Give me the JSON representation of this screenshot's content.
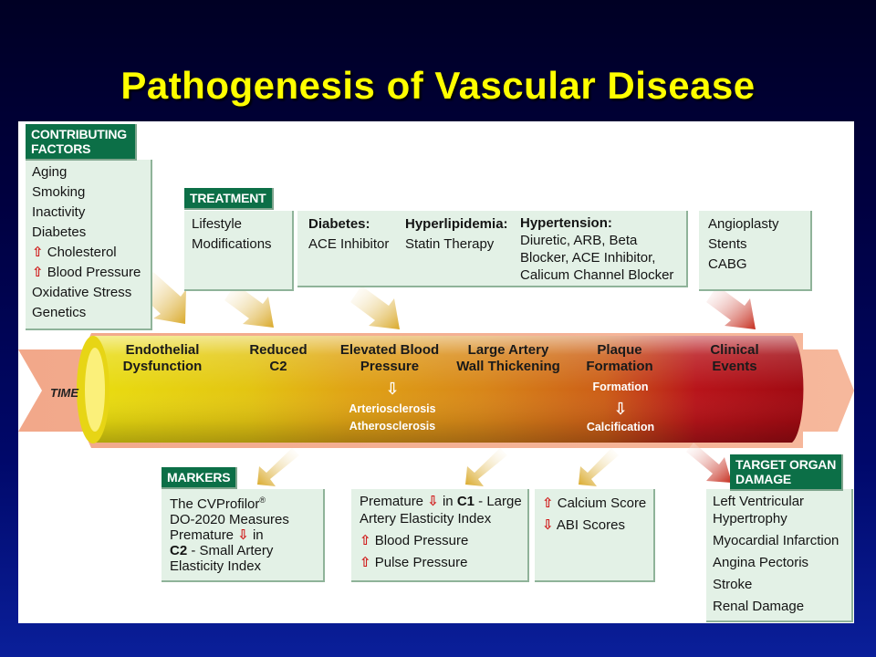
{
  "title": "Pathogenesis  of  Vascular Disease",
  "contributing": {
    "header": [
      "CONTRIBUTING",
      "FACTORS"
    ],
    "items": [
      "Aging",
      "Smoking",
      "Inactivity",
      "Diabetes",
      "Cholesterol",
      "Blood Pressure",
      "Oxidative Stress",
      "Genetics"
    ]
  },
  "treatment": {
    "header": "TREATMENT",
    "lifestyle": [
      "Lifestyle",
      "Modifications"
    ],
    "diabetes_head": "Diabetes:",
    "diabetes_body": "ACE Inhibitor",
    "hyperlipidemia_head": "Hyperlipidemia:",
    "hyperlipidemia_body": "Statin Therapy",
    "hypertension_head": "Hypertension:",
    "hypertension_body": [
      "Diuretic, ARB, Beta",
      "Blocker, ACE Inhibitor,",
      "Calicum Channel Blocker"
    ],
    "procedures": [
      "Angioplasty",
      "Stents",
      "CABG"
    ]
  },
  "time_label": "TIME",
  "stages": [
    [
      "Endothelial",
      "Dysfunction"
    ],
    [
      "Reduced",
      "C2"
    ],
    [
      "Elevated Blood",
      "Pressure"
    ],
    [
      "Large Artery",
      "Wall Thickening"
    ],
    [
      "Plaque",
      "Formation"
    ],
    [
      "Clinical",
      "Events"
    ]
  ],
  "stage_sub": {
    "bp": [
      "Arteriosclerosis",
      "Atherosclerosis"
    ],
    "plaque_top": "Formation",
    "plaque_bottom": "Calcification",
    "arrow": "⇩"
  },
  "markers": {
    "header": "MARKERS",
    "box1": [
      "The CVProfilor",
      "DO-2020 Measures",
      "Premature",
      "in",
      "C2",
      " - Small Artery",
      "Elasticity Index"
    ],
    "reg": "®",
    "box2": [
      "Premature",
      "in",
      "C1",
      " - Large",
      "Artery Elasticity Index",
      "Blood Pressure",
      "Pulse Pressure"
    ],
    "box3": [
      "Calcium Score",
      "ABI Scores"
    ]
  },
  "target": {
    "header": [
      "TARGET ORGAN",
      "DAMAGE"
    ],
    "items": [
      "Left Ventricular",
      "Hypertrophy",
      "Myocardial Infarction",
      "Angina Pectoris",
      "Stroke",
      "Renal Damage"
    ]
  },
  "symbols": {
    "up": "⇧",
    "down": "⇩"
  },
  "colors": {
    "box_fill": "#e3f1e6",
    "header_fill": "#0c6f47",
    "title": "#ffff00",
    "arrow_red": "#d01818"
  }
}
